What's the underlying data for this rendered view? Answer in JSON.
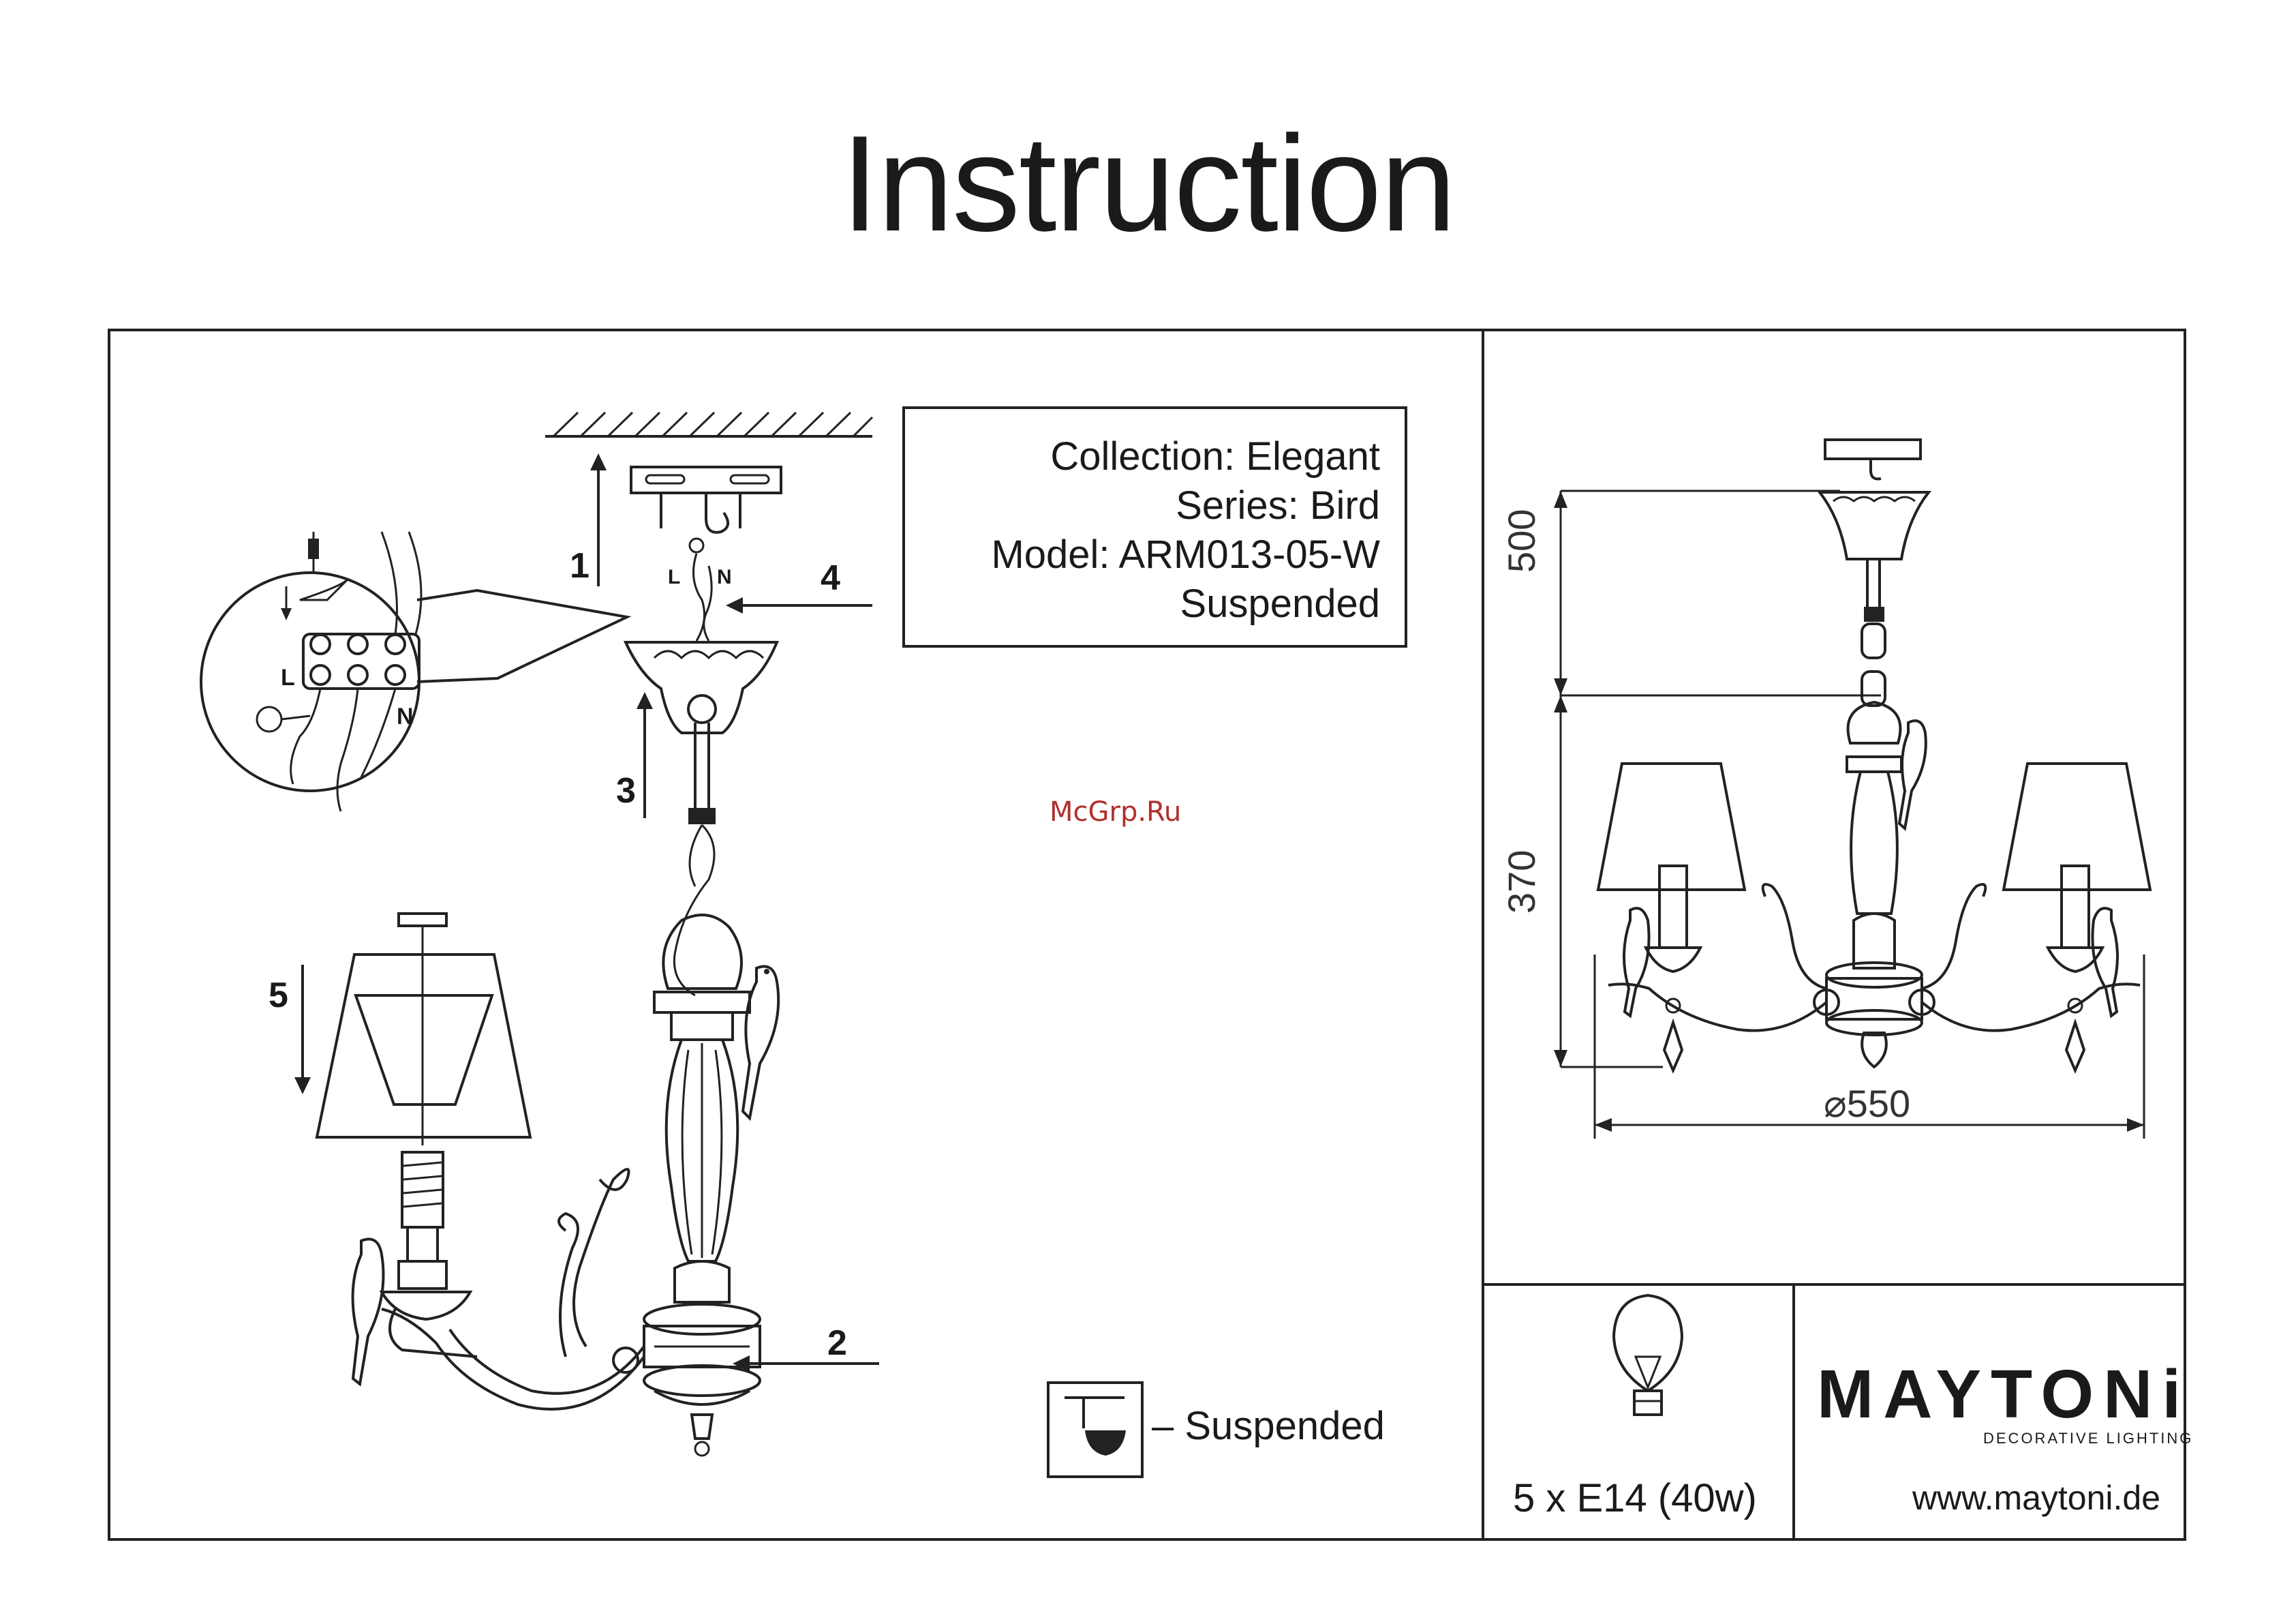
{
  "title": "Instruction",
  "info": {
    "collection": "Collection: Elegant",
    "series": "Series: Bird",
    "model": "Model: ARM013-05-W",
    "type": "Suspended"
  },
  "watermark": "McGrp.Ru",
  "steps": [
    "1",
    "2",
    "3",
    "4",
    "5"
  ],
  "wiring_labels": {
    "live": "L",
    "neutral": "N",
    "zoom_live": "L",
    "zoom_neutral": "N"
  },
  "legend": {
    "icon": "suspended-mount-icon",
    "text": "– Suspended"
  },
  "dimensions": {
    "height_top": "500",
    "height_body": "370",
    "diameter": "⌀550"
  },
  "bulb": {
    "icon": "bulb-icon",
    "text": "5 x E14 (40w)"
  },
  "brand": {
    "name": "MAYTONi",
    "tagline": "DECORATIVE LIGHTING",
    "website": "www.maytoni.de"
  }
}
